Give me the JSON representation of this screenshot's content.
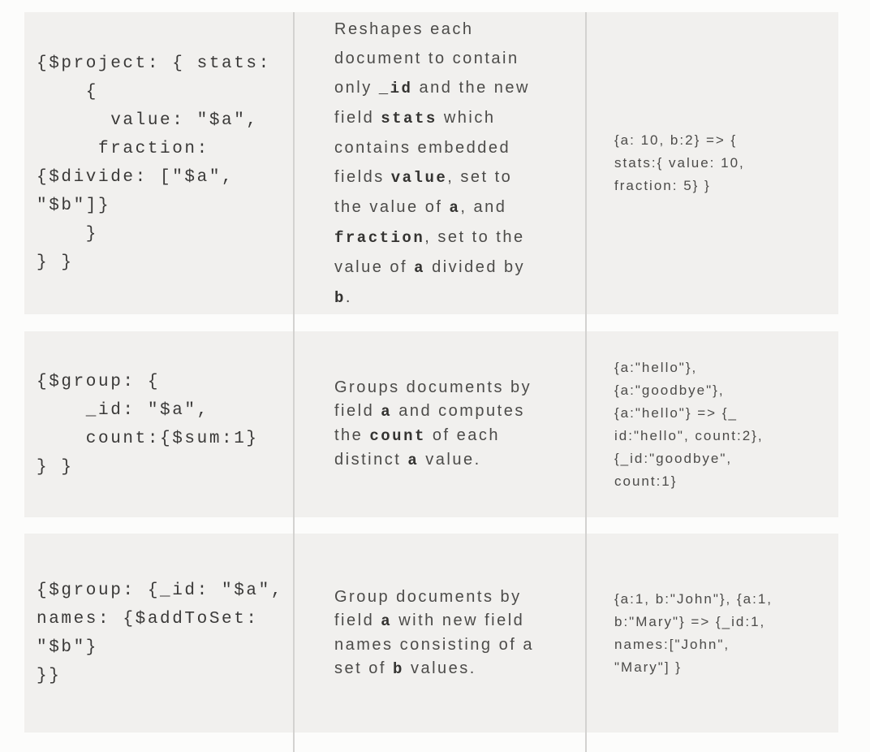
{
  "theme": {
    "page_background": "#fcfcfb",
    "row_background": "#f1f0ee",
    "divider_color": "#d3d2d0",
    "code_color": "#3a3938",
    "text_color": "#4c4b49",
    "strong_color": "#343331"
  },
  "table": {
    "columns": [
      "pipeline-code",
      "description",
      "example"
    ],
    "rows": [
      {
        "code": "{$project: { stats:\n    {\n      value: \"$a\",\n     fraction:\n{$divide: [\"$a\",\n\"$b\"]}\n    }\n} }",
        "description": [
          {
            "t": "Reshapes each\ndocument to contain\nonly "
          },
          {
            "k": "_id"
          },
          {
            "t": " and the new\nfield "
          },
          {
            "k": "stats"
          },
          {
            "t": " which\ncontains embedded\nfields "
          },
          {
            "k": "value"
          },
          {
            "t": ", set to\nthe value of "
          },
          {
            "k": "a"
          },
          {
            "t": ", and\n"
          },
          {
            "k": "fraction"
          },
          {
            "t": ", set to the\nvalue of "
          },
          {
            "k": "a"
          },
          {
            "t": " divided by\n"
          },
          {
            "k": "b"
          },
          {
            "t": "."
          }
        ],
        "example": "{a: 10, b:2} => {\nstats:{ value: 10,\nfraction: 5} }"
      },
      {
        "code": "{$group: {\n    _id: \"$a\",\n    count:{$sum:1}\n} }",
        "description": [
          {
            "t": "Groups documents by\nfield "
          },
          {
            "k": "a"
          },
          {
            "t": " and computes\nthe "
          },
          {
            "k": "count"
          },
          {
            "t": " of each\ndistinct "
          },
          {
            "k": "a"
          },
          {
            "t": " value."
          }
        ],
        "example": "{a:\"hello\"},\n{a:\"goodbye\"},\n{a:\"hello\"} => {_\nid:\"hello\", count:2},\n{_id:\"goodbye\",\ncount:1}"
      },
      {
        "code": "{$group: {_id: \"$a\",\nnames: {$addToSet:\n\"$b\"}\n}}",
        "description": [
          {
            "t": "Group documents by\nfield "
          },
          {
            "k": "a"
          },
          {
            "t": " with new field\nnames consisting of a\nset of "
          },
          {
            "k": "b"
          },
          {
            "t": " values."
          }
        ],
        "example": "{a:1, b:\"John\"}, {a:1,\nb:\"Mary\"} => {_id:1,\nnames:[\"John\",\n\"Mary\"] }"
      }
    ]
  }
}
